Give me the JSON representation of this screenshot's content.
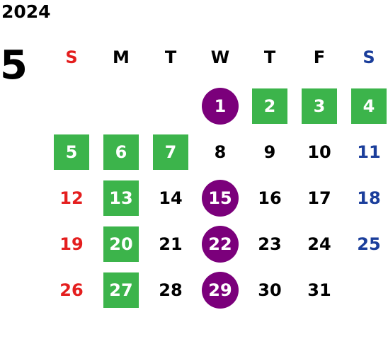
{
  "calendar": {
    "year": "2024",
    "month": "5",
    "weekday_headers": [
      "S",
      "M",
      "T",
      "W",
      "T",
      "F",
      "S"
    ],
    "weekday_colors": [
      "#e41e1e",
      "#000000",
      "#000000",
      "#000000",
      "#000000",
      "#000000",
      "#1b3e9b"
    ],
    "weeks": [
      [
        "",
        "",
        "",
        "1",
        "2",
        "3",
        "4"
      ],
      [
        "5",
        "6",
        "7",
        "8",
        "9",
        "10",
        "11"
      ],
      [
        "12",
        "13",
        "14",
        "15",
        "16",
        "17",
        "18"
      ],
      [
        "19",
        "20",
        "21",
        "22",
        "23",
        "24",
        "25"
      ],
      [
        "26",
        "27",
        "28",
        "29",
        "30",
        "31",
        ""
      ]
    ],
    "green_square_days": [
      "2",
      "3",
      "4",
      "5",
      "6",
      "7",
      "13",
      "20",
      "27"
    ],
    "purple_circle_days": [
      "1",
      "15",
      "22",
      "29"
    ],
    "colors": {
      "green": "#3cb44b",
      "purple": "#7b007b",
      "sunday": "#e41e1e",
      "saturday": "#1b3e9b"
    }
  }
}
